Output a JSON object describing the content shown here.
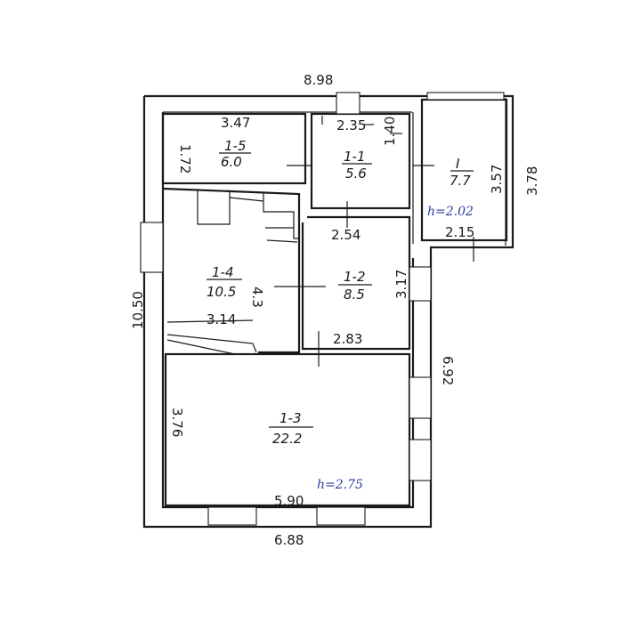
{
  "plan": {
    "colors": {
      "ink": "#1a1a1a",
      "height_note": "#2a3a9c",
      "paper": "#ffffff"
    },
    "rooms": [
      {
        "id": "r1-5",
        "number": "1-5",
        "area": "6.0"
      },
      {
        "id": "r1-1",
        "number": "1-1",
        "area": "5.6"
      },
      {
        "id": "rI",
        "number": "I",
        "area": "7.7"
      },
      {
        "id": "r1-4",
        "number": "1-4",
        "area": "10.5"
      },
      {
        "id": "r1-2",
        "number": "1-2",
        "area": "8.5"
      },
      {
        "id": "r1-3",
        "number": "1-3",
        "area": "22.2"
      }
    ],
    "dimensions": {
      "top_overall": "8.98",
      "room15_width": "3.47",
      "room15_depth": "1.72",
      "room11_width": "2.35",
      "room11_depth": "1.40",
      "veranda_depth": "3.57",
      "veranda_outer": "3.78",
      "veranda_width": "2.15",
      "room12_width": "2.54",
      "room12_depth": "3.17",
      "room14_depth": "4.3",
      "room14_width": "3.14",
      "room12_bottom": "2.83",
      "left_overall": "10.50",
      "right_lower": "6.92",
      "room13_depth": "3.76",
      "room13_width": "5.90",
      "bottom_overall": "6.88"
    },
    "height_notes": {
      "veranda": "h=2.02",
      "main": "h=2.75"
    }
  }
}
